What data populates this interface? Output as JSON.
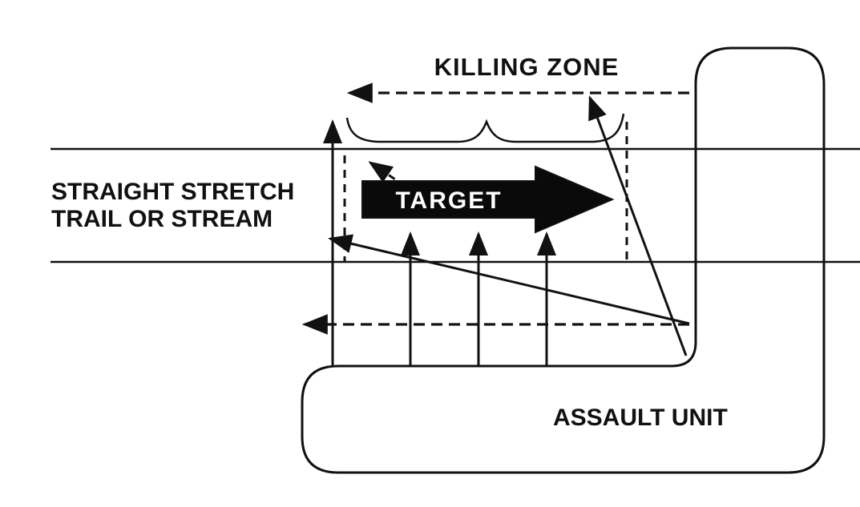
{
  "diagram": {
    "kind": "linear-ambush-tactical-diagram",
    "labels": {
      "killing_zone": "KILLING ZONE",
      "straight_stretch_line1": "STRAIGHT STRETCH",
      "straight_stretch_line2": "TRAIL OR STREAM",
      "target": "TARGET",
      "assault_unit": "ASSAULT UNIT"
    },
    "colors": {
      "ink": "#111111",
      "background": "#ffffff",
      "target_arrow_fill": "#0a0a0a",
      "target_text": "#ffffff"
    }
  }
}
